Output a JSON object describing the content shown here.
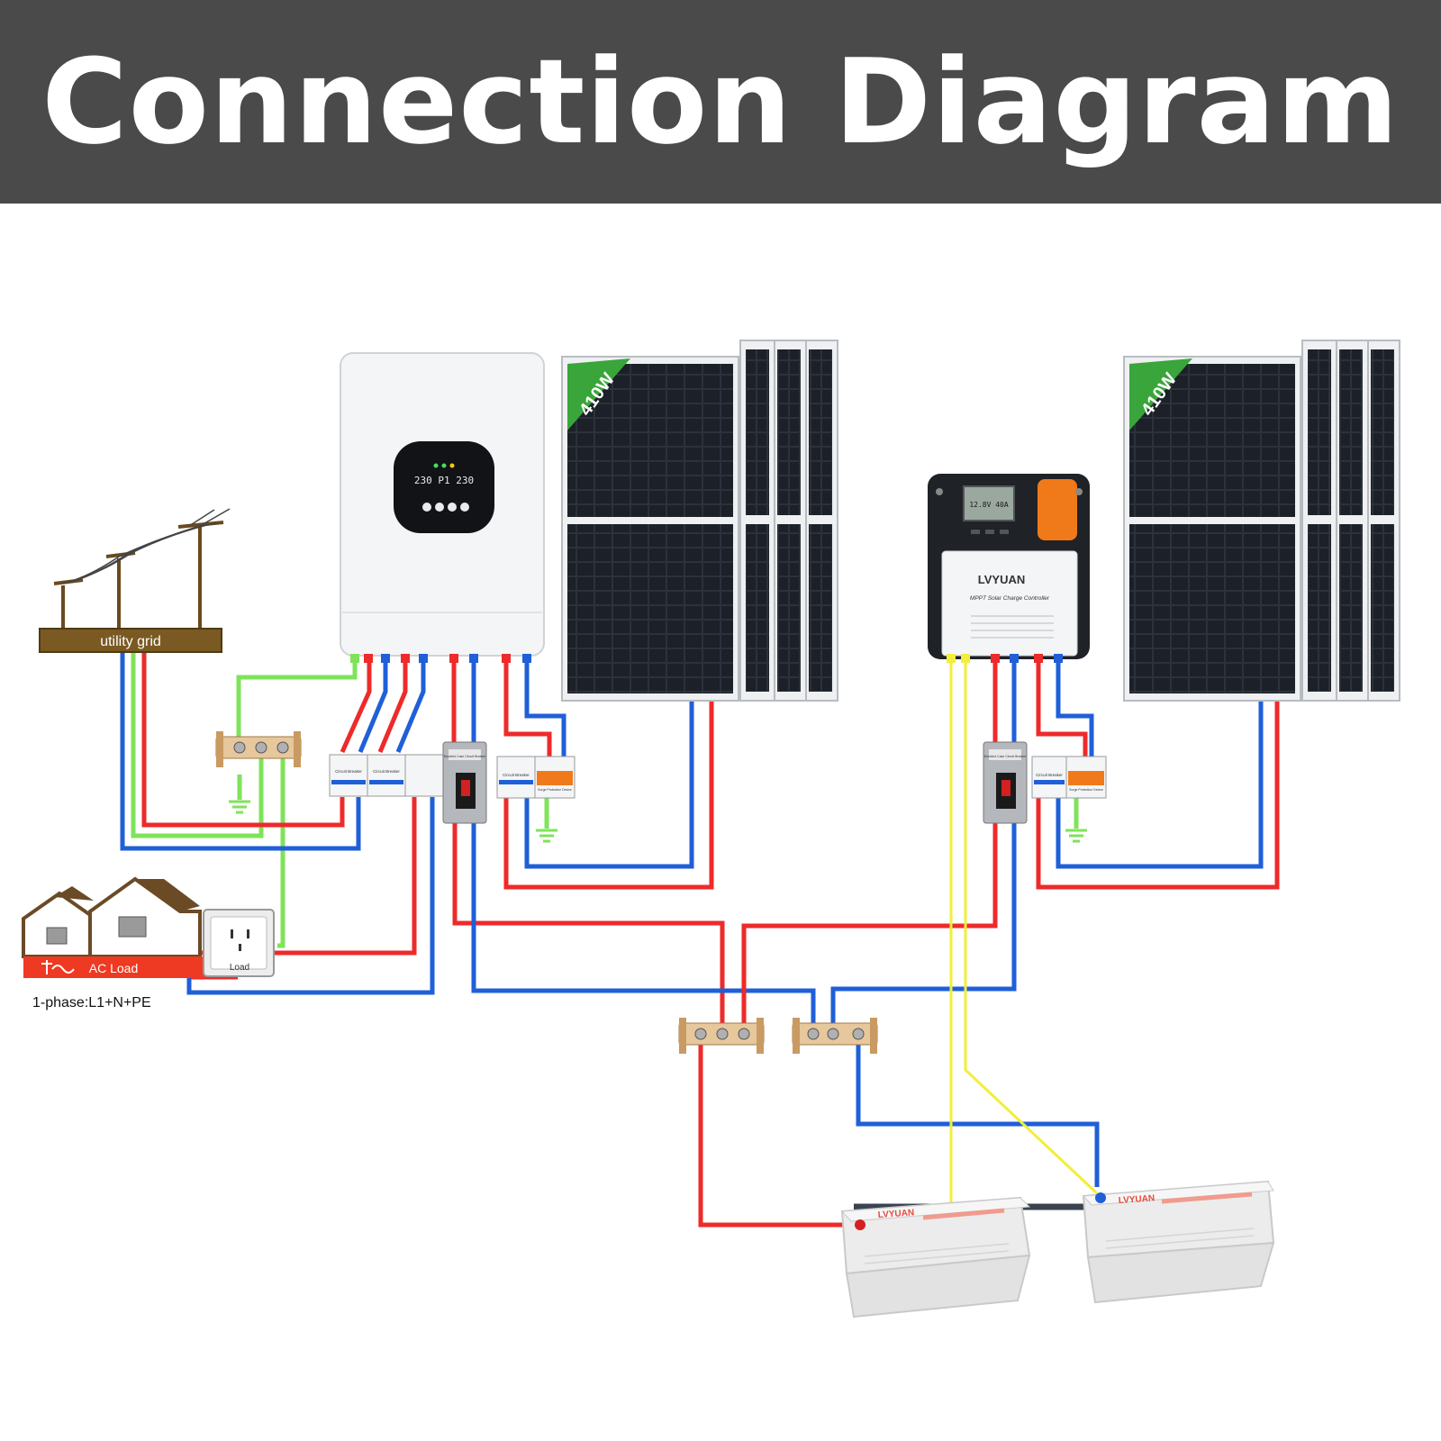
{
  "title": "Connection Diagram",
  "panels": {
    "left_wattage": "410W",
    "right_wattage": "410W"
  },
  "utility_grid_label": "utility grid",
  "ac_load_label": "AC Load",
  "socket_label": "Load",
  "phase_label": "1-phase:L1+N+PE",
  "inverter": {
    "display_text": "230 P1 230"
  },
  "controller": {
    "brand": "LVYUAN",
    "product": "MPPT Solar Charge Controller",
    "display_text": "12.8V 40A"
  },
  "battery_brand": "LVYUAN",
  "breaker_labels": {
    "ac_breaker": "Circuit Breaker",
    "moulded_case": "Moulded Case Circuit Breaker",
    "spd": "Surge Protection Device"
  },
  "colors": {
    "positive": "#ee2a2a",
    "negative": "#1f5fd8",
    "ground": "#7fe35a",
    "signal": "#f2ee3a",
    "header_bg": "#4a4a4a",
    "badge": "#3aa53a"
  }
}
